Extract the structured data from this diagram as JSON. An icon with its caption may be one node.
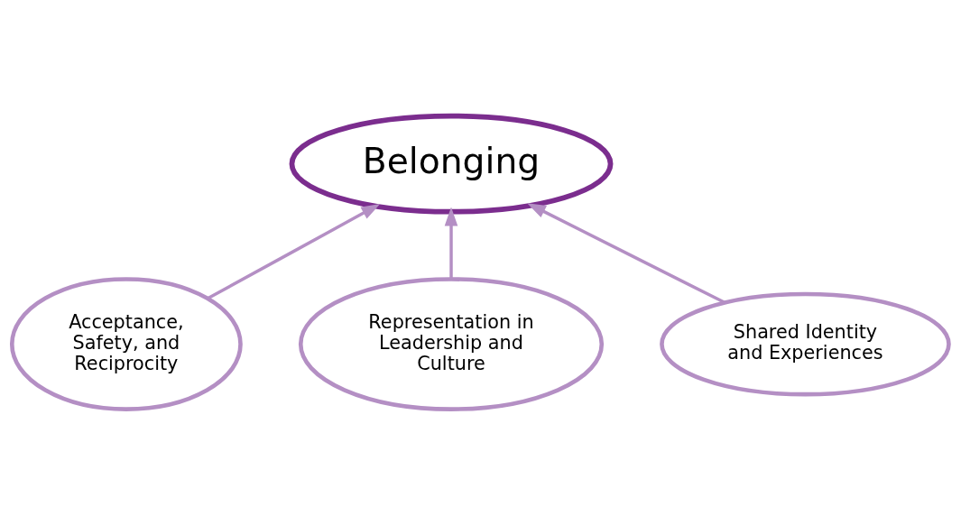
{
  "diagram": {
    "nodes": [
      {
        "text": [
          "Belonging"
        ]
      },
      {
        "text": [
          "Acceptance, Safety, and Reciprocity"
        ]
      },
      {
        "text": [
          "Representation in Leadership and Culture"
        ]
      },
      {
        "text": [
          "Shared Identity and Experiences"
        ]
      }
    ],
    "edges": [
      {
        "from": 1,
        "to": 0,
        "arrow": "to"
      },
      {
        "from": 2,
        "to": 0,
        "arrow": "to"
      },
      {
        "from": 3,
        "to": 0,
        "arrow": "to"
      }
    ]
  }
}
